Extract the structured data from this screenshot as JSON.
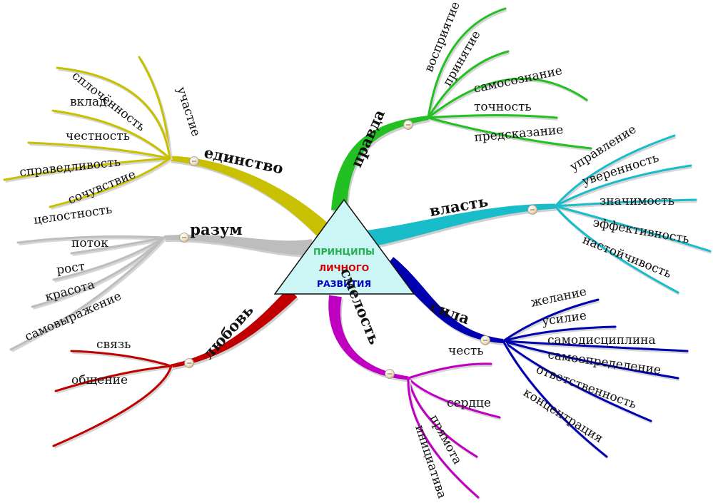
{
  "center": {
    "lines": [
      {
        "text": "ПРИНЦИПЫ",
        "color": "#22b14c"
      },
      {
        "text": "ЛИЧНОГО",
        "color": "#d00000"
      },
      {
        "text": "РАЗВИТИЯ",
        "color": "#0000c8"
      }
    ],
    "fill": "#ccf5f5"
  },
  "branches": [
    {
      "id": "edinstvo",
      "label": "единство",
      "color": "#c8c000",
      "leaves": [
        "участие",
        "сплочённость",
        "вклад",
        "честность",
        "справедливость",
        "сочувствие"
      ]
    },
    {
      "id": "razum",
      "label": "разум",
      "color": "#bdbdbd",
      "leaves": [
        "целостность",
        "поток",
        "рост",
        "красота",
        "самовыражение"
      ]
    },
    {
      "id": "lyubov",
      "label": "любовь",
      "color": "#c00000",
      "leaves": [
        "связь",
        "общение"
      ]
    },
    {
      "id": "smelost",
      "label": "смелость",
      "color": "#c000c0",
      "leaves": [
        "честь",
        "сердце",
        "прямота",
        "инициатива"
      ]
    },
    {
      "id": "sila",
      "label": "сила",
      "color": "#0000b0",
      "leaves": [
        "желание",
        "усилие",
        "самодисциплина",
        "самоопределение",
        "ответственность",
        "концентрация"
      ]
    },
    {
      "id": "vlast",
      "label": "власть",
      "color": "#19bcc9",
      "leaves": [
        "управление",
        "уверенность",
        "значимость",
        "эффективность",
        "настойчивость"
      ]
    },
    {
      "id": "pravda",
      "label": "правда",
      "color": "#22c022",
      "leaves": [
        "восприятие",
        "принятие",
        "самосознание",
        "точность",
        "предсказание"
      ]
    }
  ]
}
